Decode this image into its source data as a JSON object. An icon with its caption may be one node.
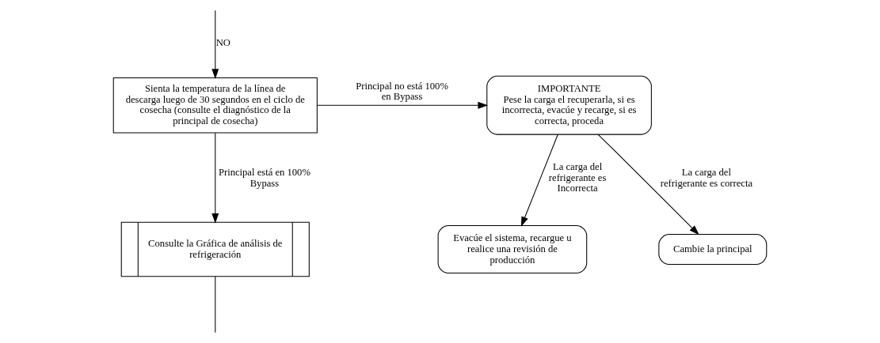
{
  "diagram": {
    "nodes": [
      {
        "text": [
          "Sienta la temperatura de la línea de descarga luego de 30 segundos en el ciclo de cosecha (consulte el diagnóstico de la principal de cosecha)"
        ]
      },
      {
        "text": [
          "IMPORTANTE",
          "Pese la carga el recuperarla, si es incorrecta, evacúe y recarge, si es correcta, proceda"
        ]
      },
      {
        "text": [
          "Consulte la Gráfica de análisis de refrigeración"
        ]
      },
      {
        "text": [
          "Evacúe el sistema, recargue u realice una revisión de producción"
        ]
      },
      {
        "text": [
          "Cambie la principal"
        ]
      }
    ],
    "edges": [
      {
        "from": null,
        "to": 0,
        "arrow": "to",
        "label": "NO"
      },
      {
        "from": 0,
        "to": 1,
        "arrow": "to",
        "label": "Principal no está 100% en Bypass"
      },
      {
        "from": 0,
        "to": 2,
        "arrow": "to",
        "label": "Principal está en 100% Bypass"
      },
      {
        "from": 1,
        "to": 3,
        "arrow": "to",
        "label": "La carga del refrigerante es Incorrecta"
      },
      {
        "from": 1,
        "to": 4,
        "arrow": "to",
        "label": "La carga del refrigerante es correcta"
      },
      {
        "from": 2,
        "to": null,
        "arrow": "none"
      }
    ]
  }
}
